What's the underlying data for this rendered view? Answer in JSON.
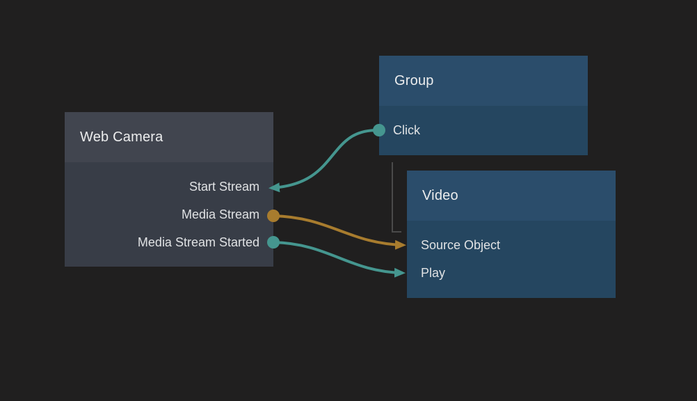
{
  "canvas": {
    "background": "#201f1f"
  },
  "colors": {
    "teal": "#45968f",
    "orange": "#a87c2e",
    "gray_link": "#4a4a4a",
    "node_plain_header": "#41454f",
    "node_plain_body": "#383d47",
    "node_blue_header": "#2b4d6b",
    "node_blue_body": "#254660"
  },
  "nodes": [
    {
      "title": "Web Camera",
      "ports": [
        {
          "label": "Start Stream",
          "connector": "arrow-in",
          "color": "#45968f"
        },
        {
          "label": "Media Stream",
          "connector": "dot-out",
          "color": "#a87c2e"
        },
        {
          "label": "Media Stream Started",
          "connector": "dot-out",
          "color": "#45968f"
        }
      ]
    },
    {
      "title": "Group",
      "ports": [
        {
          "label": "Click",
          "connector": "dot-out",
          "color": "#45968f"
        }
      ]
    },
    {
      "title": "Video",
      "ports": [
        {
          "label": "Source Object",
          "connector": "arrow-in",
          "color": "#a87c2e"
        },
        {
          "label": "Play",
          "connector": "arrow-in",
          "color": "#45968f"
        }
      ]
    }
  ],
  "edges": [
    {
      "from": "Group / Click",
      "to": "Web Camera / Start Stream",
      "color": "#45968f"
    },
    {
      "from": "Web Camera / Media Stream",
      "to": "Video / Source Object",
      "color": "#a87c2e"
    },
    {
      "from": "Web Camera / Media Stream Started",
      "to": "Video / Play",
      "color": "#45968f"
    },
    {
      "from": "Group",
      "to": "Video",
      "color": "#4a4a4a"
    }
  ]
}
